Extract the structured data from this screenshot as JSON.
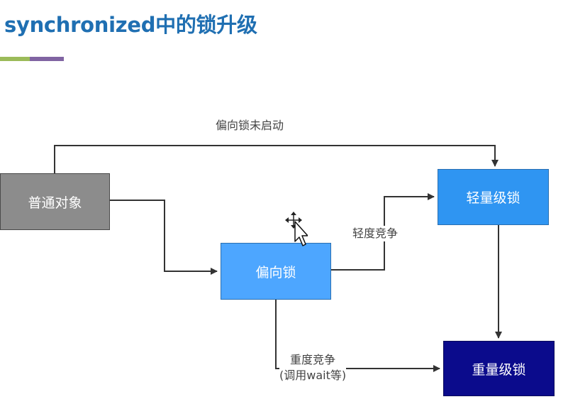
{
  "title": "synchronized中的锁升级",
  "colors": {
    "title": "#1f6fb2",
    "accent_green": "#9bbb59",
    "accent_purple": "#8064a2",
    "normal_object": "#8c8c8c",
    "biased_lock": "#4da6ff",
    "lightweight_lock": "#2f95f2",
    "heavyweight_lock": "#0b0b8c",
    "arrow": "#333333"
  },
  "nodes": {
    "normal_object": "普通对象",
    "biased_lock": "偏向锁",
    "lightweight_lock": "轻量级锁",
    "heavyweight_lock": "重量级锁"
  },
  "edges": {
    "biased_disabled": "偏向锁未启动",
    "light_contention": "轻度竞争",
    "heavy_contention_line1": "重度竞争",
    "heavy_contention_line2": "(调用wait等)"
  },
  "icons": {
    "cursor": "move-cursor-icon"
  }
}
